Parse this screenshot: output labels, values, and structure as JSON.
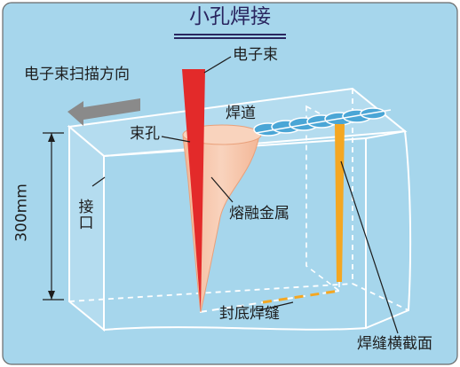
{
  "title": "小孔焊接",
  "labels": {
    "scan_direction": "电子束扫描方向",
    "electron_beam": "电子束",
    "weld_track": "焊道",
    "keyhole": "束孔",
    "thickness": "300mm",
    "joint_line1": "接",
    "joint_line2": "口",
    "molten_metal": "熔融金属",
    "seal_weld": "封底焊缝",
    "weld_cross_section": "焊缝横截面"
  },
  "colors": {
    "background": "#a6d6ec",
    "block_edge": "#ffffff",
    "beam": "#e32a2a",
    "molten": "#f7c2a3",
    "weld_bead": "#4aa6d6",
    "cross_section": "#f4a722",
    "arrow": "#8a8a8a",
    "title": "#2a2660"
  },
  "icons": {
    "scan_arrow": "left-arrow-icon"
  }
}
